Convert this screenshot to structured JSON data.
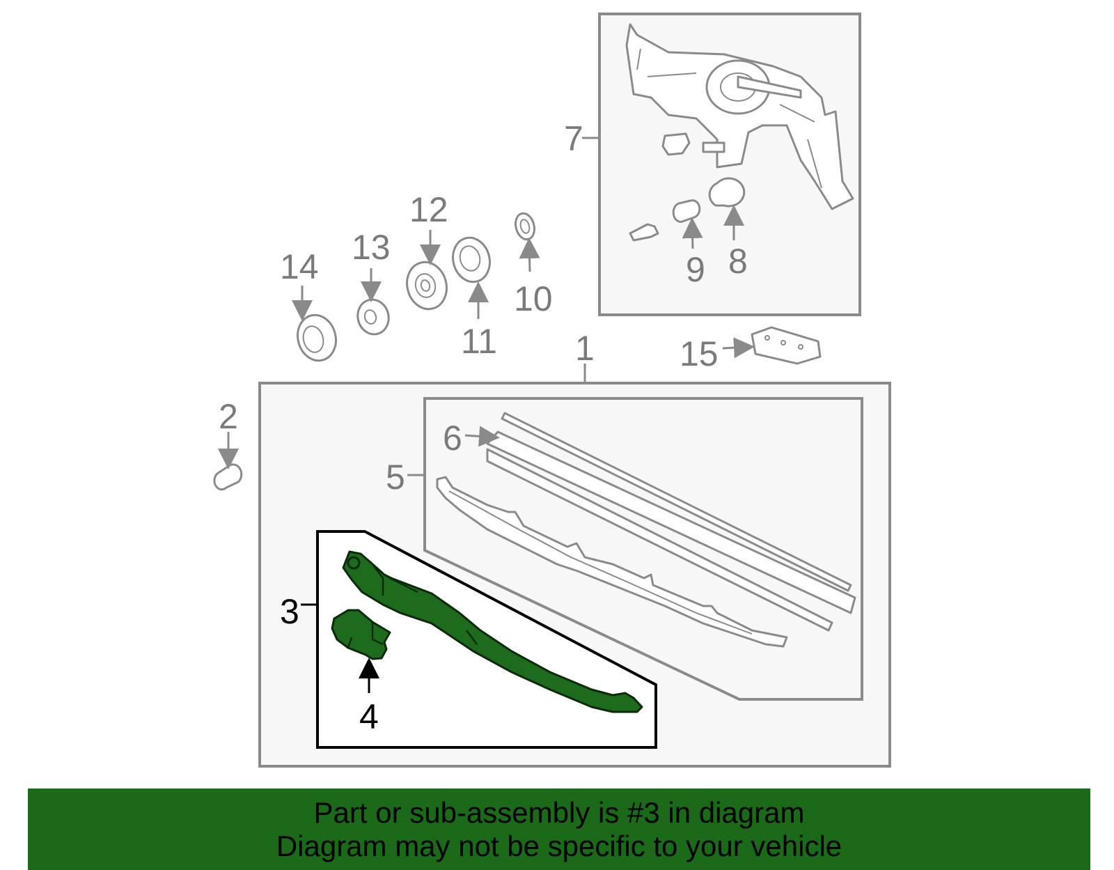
{
  "callouts": {
    "c1": "1",
    "c2": "2",
    "c3": "3",
    "c4": "4",
    "c5": "5",
    "c6": "6",
    "c7": "7",
    "c8": "8",
    "c9": "9",
    "c10": "10",
    "c11": "11",
    "c12": "12",
    "c13": "13",
    "c14": "14",
    "c15": "15"
  },
  "colors": {
    "highlight_part": "#1d6b1d",
    "banner_background": "#1a6a1a",
    "other_parts": "#8a8a8a"
  },
  "banner": {
    "line1": "Part or sub-assembly is #3 in diagram",
    "line2": "Diagram may not be specific to your vehicle"
  }
}
